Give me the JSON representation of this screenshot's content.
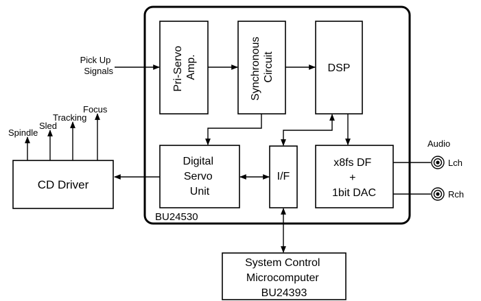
{
  "inputs": {
    "pickup_line1": "Pick Up",
    "pickup_line2": "Signals"
  },
  "chip": {
    "name": "BU24530"
  },
  "blocks": {
    "pri_servo": [
      "Pri-Servo",
      "Amp."
    ],
    "synchronous": [
      "Synchronous",
      "Circuit"
    ],
    "dsp": "DSP",
    "digital_servo": [
      "Digital",
      "Servo",
      "Unit"
    ],
    "interface": "I/F",
    "dac": [
      "x8fs DF",
      "+",
      "1bit DAC"
    ],
    "cd_driver": "CD Driver",
    "microcomputer": [
      "System Control",
      "Microcomputer",
      "BU24393"
    ]
  },
  "driver_outputs": [
    "Spindle",
    "Sled",
    "Tracking",
    "Focus"
  ],
  "audio": {
    "title": "Audio",
    "left": "Lch",
    "right": "Rch"
  },
  "colors": {
    "line": "#000000",
    "background": "#ffffff"
  }
}
